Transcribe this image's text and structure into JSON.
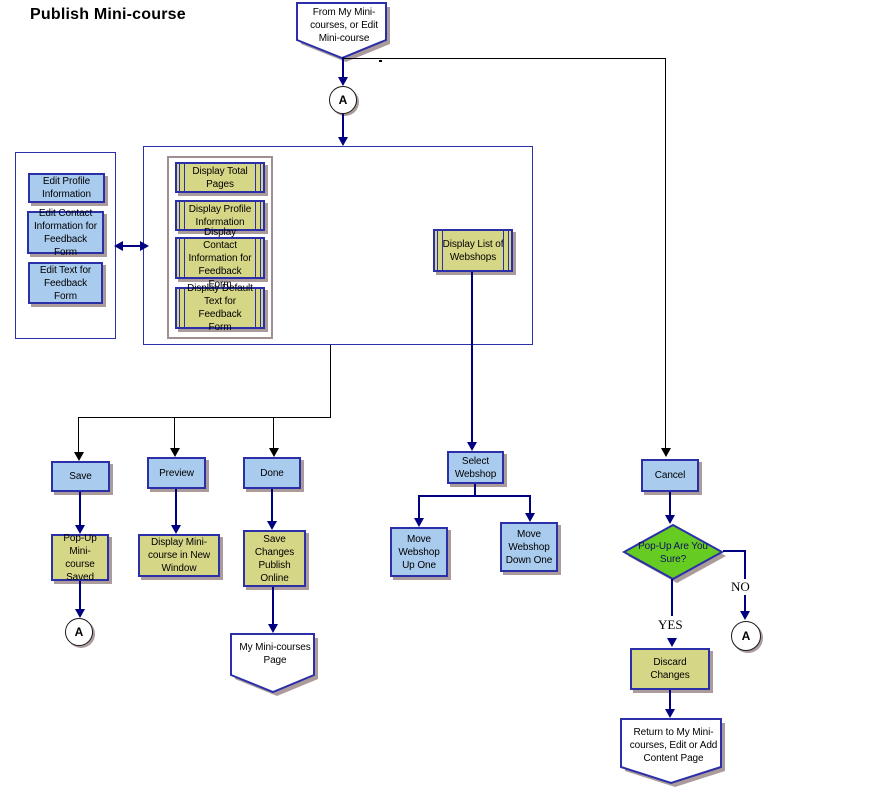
{
  "title": "Publish Mini-course",
  "colors": {
    "node_border": "#2b2fa8",
    "process_fill_blue": "#a9cbee",
    "subprocess_fill_yellow": "#d6d687",
    "decision_fill_green": "#66cc22",
    "shadow": "#ab9b9b",
    "inner_frame_border": "#a18f8f",
    "connector_navy": "#000080",
    "connector_black": "#000000"
  },
  "nodes": {
    "start": {
      "label": "From My Mini-courses, or Edit Mini-course",
      "type": "offpage-connector"
    },
    "connector_a1": {
      "label": "A"
    },
    "edit_profile": {
      "label": "Edit Profile Information"
    },
    "edit_contact": {
      "label": "Edit Contact Information for Feedback Form"
    },
    "edit_text": {
      "label": "Edit Text for Feedback Form"
    },
    "display_total_pages": {
      "label": "Display Total Pages"
    },
    "display_profile": {
      "label": "Display Profile Information"
    },
    "display_contact": {
      "label": "Display Contact Information for Feedback Form"
    },
    "display_default_text": {
      "label": "Display Default Text for Feedback Form"
    },
    "display_webshops": {
      "label": "Display List of Webshops"
    },
    "save": {
      "label": "Save"
    },
    "preview": {
      "label": "Preview"
    },
    "done": {
      "label": "Done"
    },
    "select_webshop": {
      "label": "Select Webshop"
    },
    "cancel": {
      "label": "Cancel"
    },
    "popup_saved": {
      "label": "Pop-Up Mini-course Saved"
    },
    "display_new_window": {
      "label": "Display Mini-course in New Window"
    },
    "save_changes": {
      "label": "Save Changes Publish Online"
    },
    "connector_a2": {
      "label": "A"
    },
    "my_minicourses_page": {
      "label": "My Mini-courses Page",
      "type": "offpage-connector"
    },
    "move_up": {
      "label": "Move Webshop Up One"
    },
    "move_down": {
      "label": "Move Webshop Down One"
    },
    "popup_sure": {
      "label": "Pop-Up Are You Sure?",
      "type": "decision"
    },
    "connector_a3": {
      "label": "A"
    },
    "discard": {
      "label": "Discard Changes"
    },
    "return_page": {
      "label": "Return to My Mini-courses, Edit or Add Content Page",
      "type": "offpage-connector"
    }
  },
  "edge_labels": {
    "no": "NO",
    "yes": "YES"
  }
}
